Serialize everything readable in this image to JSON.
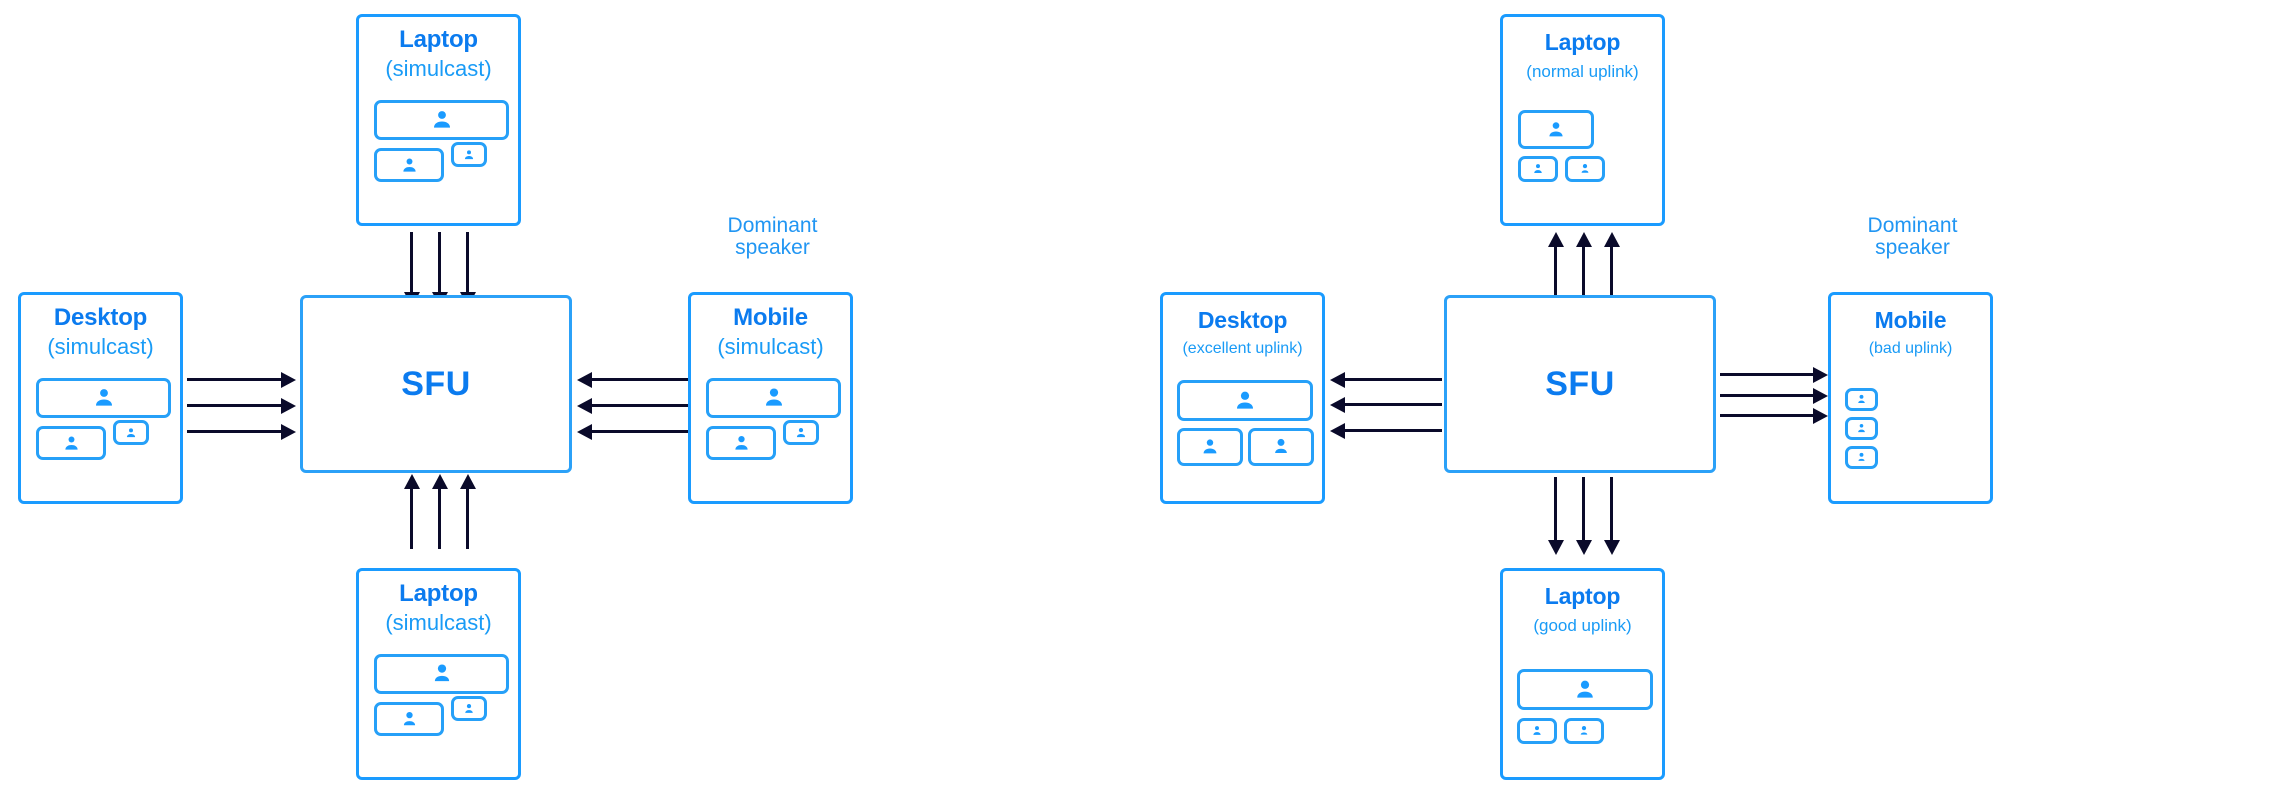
{
  "meta": {
    "accent_blue": "#0b7bef",
    "node_border": "#1a9bff",
    "tile_border": "#26a0f8",
    "arrow_color": "#0a0a2a",
    "background": "#ffffff"
  },
  "diagrams": [
    {
      "id": "left",
      "hub": {
        "label": "SFU"
      },
      "caption": {
        "text": "Dominant\nspeaker",
        "attached_to": "mobile"
      },
      "nodes": {
        "top_laptop": {
          "title": "Laptop",
          "subtitle": "(simulcast)"
        },
        "desktop": {
          "title": "Desktop",
          "subtitle": "(simulcast)"
        },
        "mobile": {
          "title": "Mobile",
          "subtitle": "(simulcast)"
        },
        "bottom_laptop": {
          "title": "Laptop",
          "subtitle": "(simulcast)"
        }
      },
      "flows": {
        "top_laptop": {
          "direction": "down",
          "count": 3
        },
        "desktop": {
          "direction": "right",
          "count": 3
        },
        "mobile": {
          "direction": "left",
          "count": 3
        },
        "bottom_laptop": {
          "direction": "up",
          "count": 3
        }
      }
    },
    {
      "id": "right",
      "hub": {
        "label": "SFU"
      },
      "caption": {
        "text": "Dominant\nspeaker",
        "attached_to": "mobile"
      },
      "nodes": {
        "top_laptop": {
          "title": "Laptop",
          "subtitle": "(normal uplink)"
        },
        "desktop": {
          "title": "Desktop",
          "subtitle": "(excellent uplink)"
        },
        "mobile": {
          "title": "Mobile",
          "subtitle": "(bad uplink)"
        },
        "bottom_laptop": {
          "title": "Laptop",
          "subtitle": "(good uplink)"
        }
      },
      "flows": {
        "top_laptop": {
          "direction": "up",
          "count": 3
        },
        "desktop": {
          "direction": "left",
          "count": 3
        },
        "mobile": {
          "direction": "right",
          "count": 3
        },
        "bottom_laptop": {
          "direction": "down",
          "count": 3
        }
      }
    }
  ],
  "icons": {
    "person": "person-icon"
  }
}
